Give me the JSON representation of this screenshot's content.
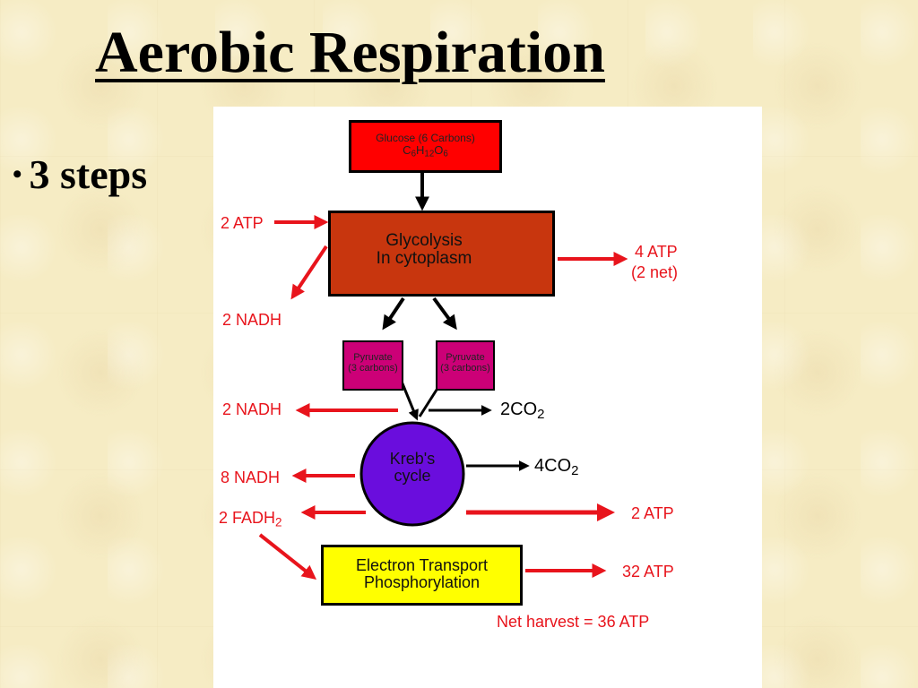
{
  "slide": {
    "title": "Aerobic Respiration",
    "bullet": "3 steps"
  },
  "diagram": {
    "glucose": {
      "line1": "Glucose (6 Carbons)",
      "formula_c": "C",
      "formula_c_sub": "6",
      "formula_h": "H",
      "formula_h_sub": "12",
      "formula_o": "O",
      "formula_o_sub": "6"
    },
    "glycolysis": {
      "line1": "Glycolysis",
      "line2": "In cytoplasm"
    },
    "pyruvate_left": {
      "line1": "Pyruvate",
      "line2": "(3 carbons)"
    },
    "pyruvate_right": {
      "line1": "Pyruvate",
      "line2": "(3 carbons)"
    },
    "krebs": {
      "line1": "Kreb's",
      "line2": "cycle"
    },
    "etp": {
      "line1": "Electron Transport",
      "line2": "Phosphorylation"
    },
    "labels": {
      "atp_in": "2 ATP",
      "nadh_glycolysis": "2 NADH",
      "atp_out_glycolysis": "4 ATP",
      "net_glycolysis": "(2 net)",
      "nadh_pyruvate": "2 NADH",
      "co2_pyruvate": "2CO",
      "co2_pyruvate_sub": "2",
      "nadh_krebs": "8 NADH",
      "co2_krebs": "4CO",
      "co2_krebs_sub": "2",
      "fadh": "2 FADH",
      "fadh_sub": "2",
      "atp_krebs": "2 ATP",
      "atp_etp": "32 ATP",
      "net_harvest": "Net harvest = 36 ATP"
    }
  },
  "colors": {
    "background": "#f6ecc4",
    "arrow_red": "#e8141c",
    "glucose_box": "#ff0000",
    "glycolysis_box": "#c8360e",
    "pyruvate_box": "#cc0077",
    "krebs_circle": "#6a0ddd",
    "etp_box": "#ffff00"
  }
}
